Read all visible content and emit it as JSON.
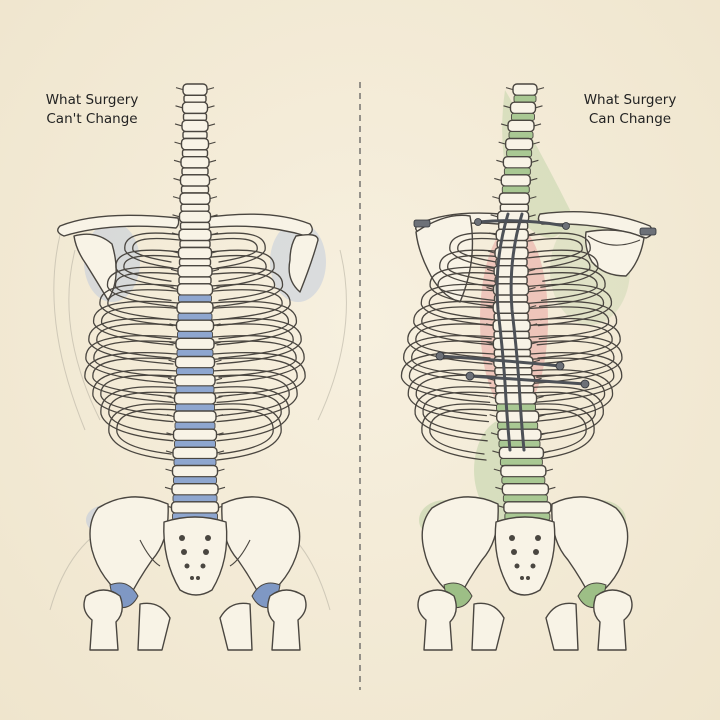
{
  "labels": {
    "left": [
      "What Surgery",
      "Can't Change"
    ],
    "right": [
      "What Surgery",
      "Can Change"
    ]
  },
  "colors": {
    "background": "#f3ead6",
    "fixed_structures_blue": "#8ea6cf",
    "changeable_green": "#a9c893",
    "curve_region_red": "#e0626a",
    "hardware_gray": "#6d7178"
  },
  "panels": {
    "left": {
      "spine": "straight",
      "highlight": "blue",
      "hardware": false
    },
    "right": {
      "spine": "curved",
      "highlight": "green-red",
      "hardware": true
    }
  }
}
